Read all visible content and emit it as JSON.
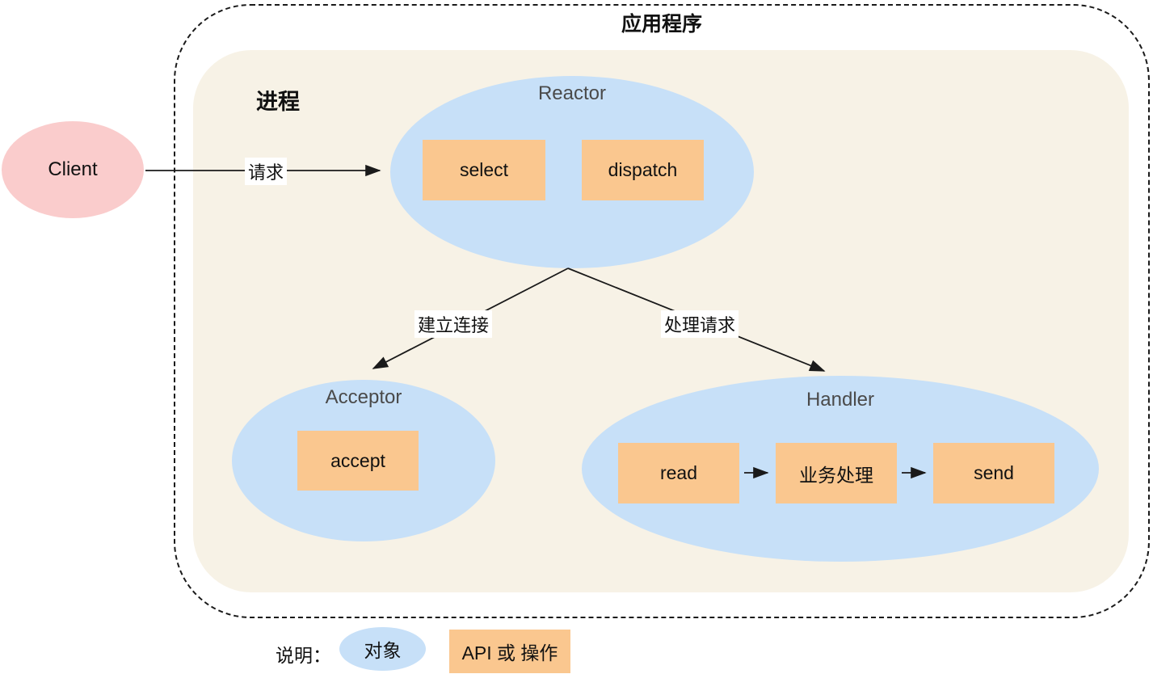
{
  "app_title": "应用程序",
  "process_label": "进程",
  "client": {
    "label": "Client"
  },
  "edges": {
    "request_label": "请求",
    "establish_label": "建立连接",
    "handle_label": "处理请求"
  },
  "reactor": {
    "title": "Reactor",
    "boxes": [
      "select",
      "dispatch"
    ]
  },
  "acceptor": {
    "title": "Acceptor",
    "boxes": [
      "accept"
    ]
  },
  "handler": {
    "title": "Handler",
    "boxes": [
      "read",
      "业务处理",
      "send"
    ]
  },
  "legend": {
    "caption": "说明：",
    "object_label": "对象",
    "api_label": "API 或 操作"
  },
  "colors": {
    "object_fill": "#C7E0F8",
    "api_fill": "#FAC78F",
    "client_fill": "#FACCCC",
    "process_fill": "#F7F2E6"
  }
}
